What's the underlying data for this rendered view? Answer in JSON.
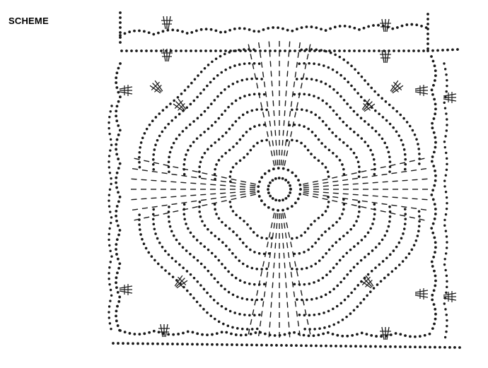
{
  "label": "SCHEME",
  "colors": {
    "ink": "#1a1a1a",
    "background": "#ffffff",
    "faint": "#8a8a8a"
  },
  "symbols": {
    "chain_stitch": "dot",
    "double_crochet": "vertical-dash",
    "cluster": "triple-crossed-stems"
  },
  "repeat": {
    "petal_groups": 4,
    "clusters_per_corner": 3
  }
}
